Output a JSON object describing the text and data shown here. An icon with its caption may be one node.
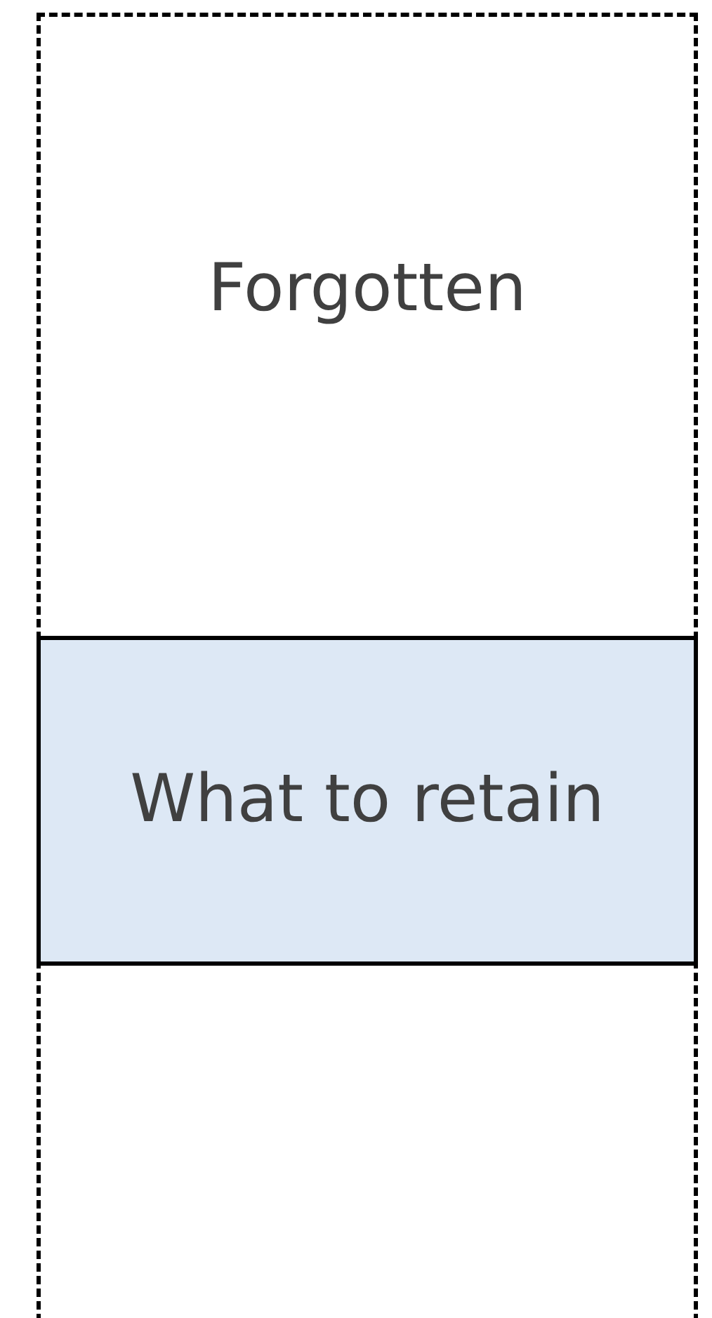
{
  "diagram": {
    "nodes": [
      {
        "text": [
          "Forgotten"
        ]
      },
      {
        "text": [
          "What to retain"
        ],
        "in": 0
      }
    ]
  }
}
